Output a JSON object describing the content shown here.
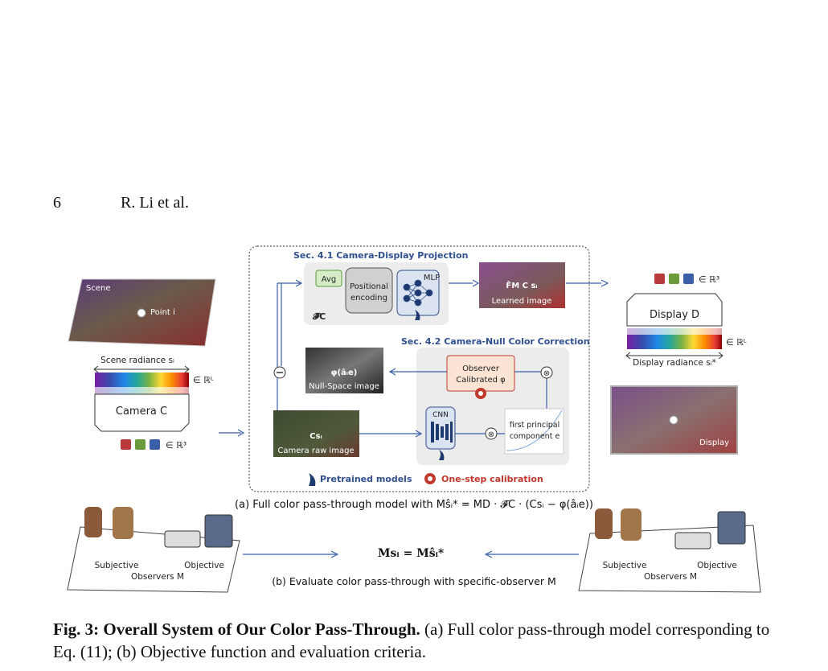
{
  "header": {
    "page_number": "6",
    "running_head": "R. Li et al."
  },
  "figure": {
    "sec41_title": "Sec. 4.1  Camera-Display Projection",
    "sec42_title": "Sec. 4.2  Camera-Null Color Correction",
    "avg": "Avg",
    "positional_encoding": [
      "Positional",
      "encoding"
    ],
    "mlp": "MLP",
    "f_c": "𝓕̂C",
    "learned_image_label": "Learned image",
    "learned_image_math": "F̂M C sᵢ",
    "scene": "Scene",
    "point_i": "Point i",
    "scene_radiance": "Scene radiance sᵢ",
    "in_RL": "∈ ℝᴸ",
    "in_R3": "∈ ℝ³",
    "camera": "Camera C",
    "null_space_math": "φ(âᵢe)",
    "null_space_label": "Null-Space image",
    "observer_calibrated": [
      "Observer",
      "Calibrated φ"
    ],
    "cnn": "CNN",
    "first_pc": [
      "first principal",
      "component e"
    ],
    "camera_raw_math": "Csᵢ",
    "camera_raw_label": "Camera raw image",
    "pretrained": "Pretrained models",
    "one_step": "One-step calibration",
    "display": "Display D",
    "display_radiance": "Display radiance sᵢ*",
    "display_label": "Display",
    "subjective": "Subjective",
    "objective": "Objective",
    "observers": "Observers M",
    "caption_a": "(a) Full color pass-through model with Mŝᵢ* = MD · 𝓕̂C · (Csᵢ − φ(âᵢe))",
    "equation_b": "Msᵢ = Mŝᵢ*",
    "caption_b": "(b) Evaluate color pass-through with specific-observer M",
    "colors": {
      "red": "#b83a3a",
      "green": "#6a9a3a",
      "blue": "#3a5fa8",
      "sec_title": "#2f4f8f",
      "calib": "#c0392b"
    }
  },
  "caption": {
    "label": "Fig. 3: Overall System of Our Color Pass-Through.",
    "text": " (a) Full color pass-through model corresponding to Eq. (11); (b) Objective function and evaluation criteria."
  }
}
